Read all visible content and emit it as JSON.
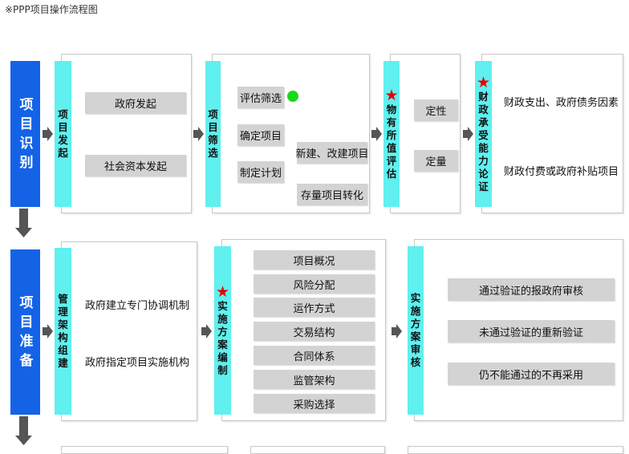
{
  "caption": "※PPP项目操作流程图",
  "stages": {
    "identify": "项目识别",
    "prepare": "项目准备"
  },
  "row1": {
    "initiate": {
      "title": "项目发起",
      "items": [
        "政府发起",
        "社会资本发起"
      ]
    },
    "screen": {
      "title": "项目筛选",
      "items": [
        "评估筛选",
        "确定项目",
        "制定计划"
      ],
      "plan_items": [
        "新建、改建项目",
        "存量项目转化"
      ],
      "marker_color": "#18d918"
    },
    "vfm": {
      "title": "物有所值评估",
      "items": [
        "定性",
        "定量"
      ]
    },
    "fiscal": {
      "title": "财政承受能力论证",
      "items": [
        "财政支出、政府债务因素",
        "财政付费或政府补贴项目"
      ]
    }
  },
  "row2": {
    "mgmt": {
      "title": "管理架构组建",
      "items": [
        "政府建立专门协调机制",
        "政府指定项目实施机构"
      ]
    },
    "plan": {
      "title": "实施方案编制",
      "items": [
        "项目概况",
        "风险分配",
        "运作方式",
        "交易结构",
        "合同体系",
        "监管架构",
        "采购选择"
      ]
    },
    "review": {
      "title": "实施方案审核",
      "items": [
        "通过验证的报政府审核",
        "未通过验证的重新验证",
        "仍不能通过的不再采用"
      ]
    }
  },
  "star_glyph": "★",
  "colors": {
    "stage_blue": "#1463e6",
    "cyan": "#5ff0ef",
    "gray_box": "#d3d3d3",
    "star_red": "#e60000",
    "arrow": "#555555"
  }
}
